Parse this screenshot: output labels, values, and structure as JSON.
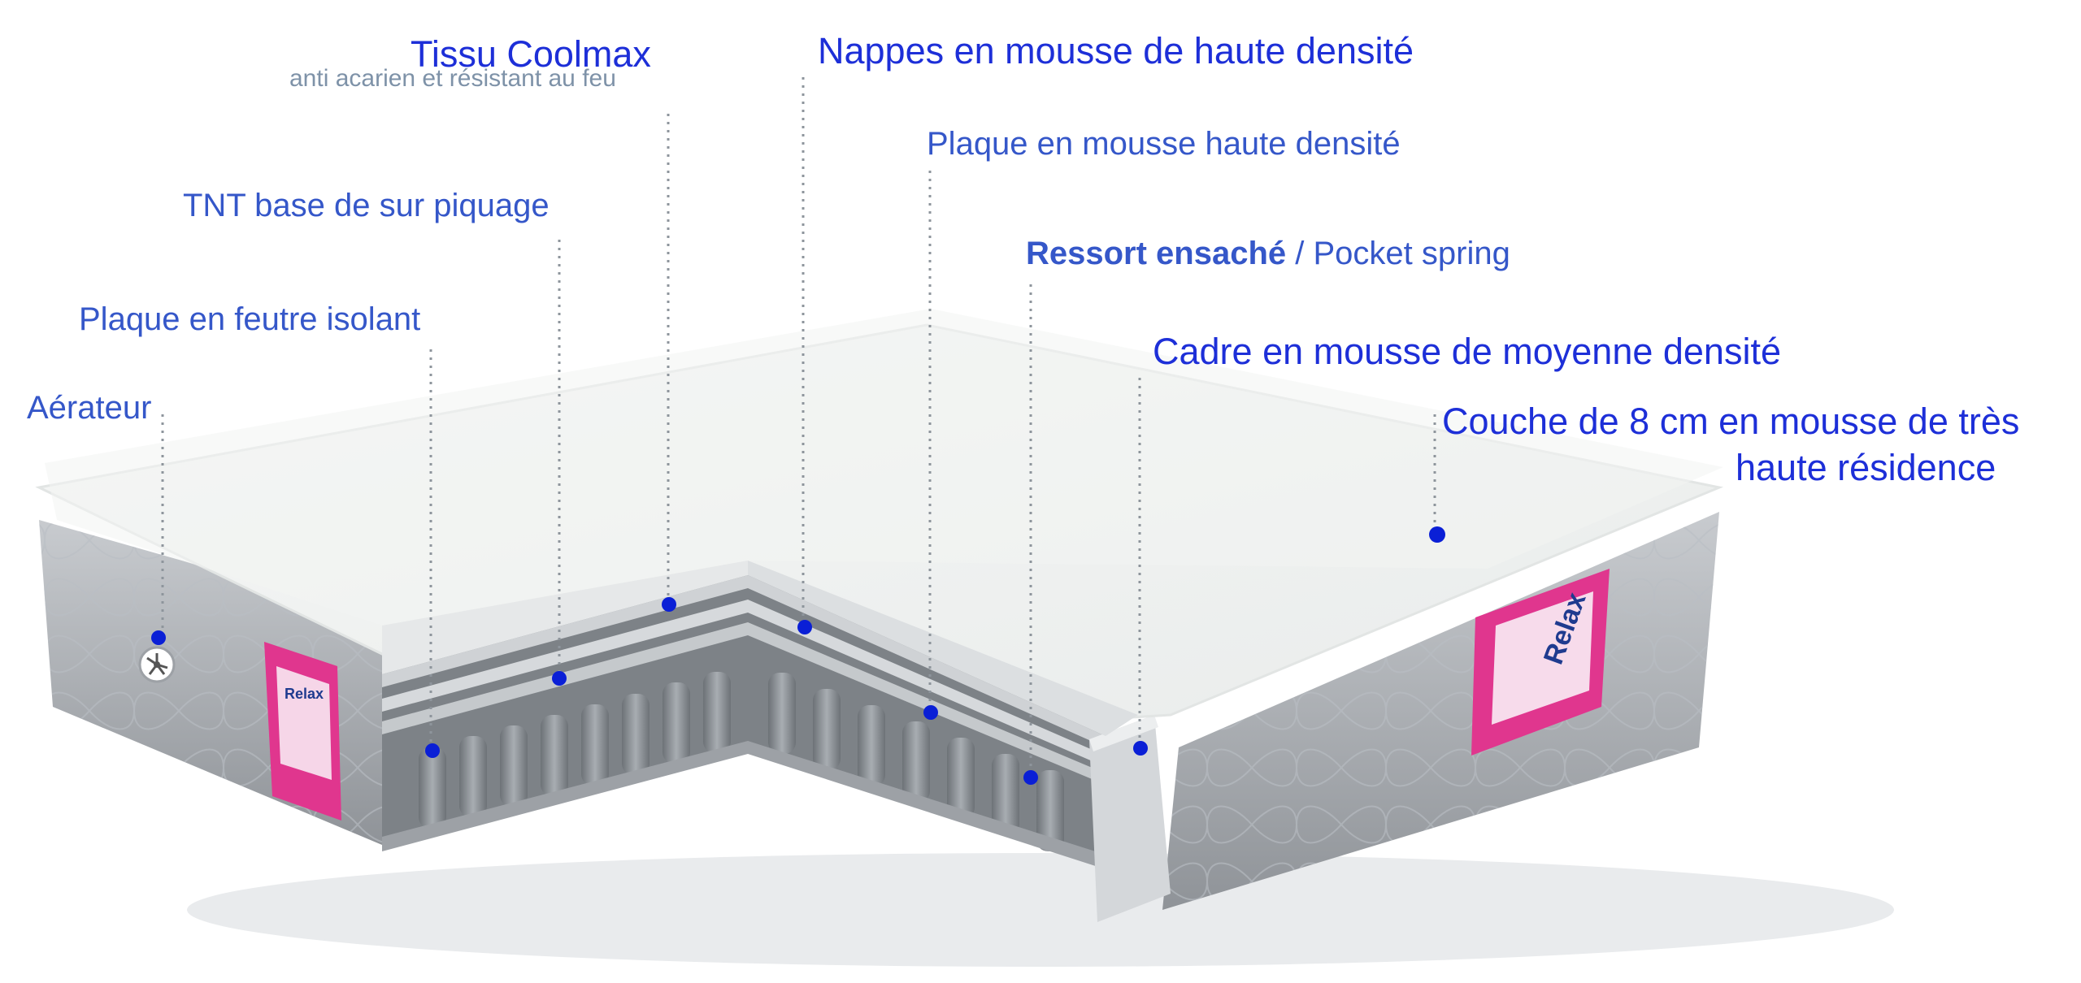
{
  "callouts": {
    "tissu": {
      "title": "Tissu Coolmax",
      "subtitle": "anti acarien et résistant au feu"
    },
    "nappes": "Nappes en mousse de haute densité",
    "plaque_hd": "Plaque en mousse haute densité",
    "tnt": "TNT base de sur piquage",
    "ressort": {
      "bold": "Ressort ensaché",
      "rest": " / Pocket spring"
    },
    "feutre": "Plaque en feutre isolant",
    "cadre": "Cadre en mousse de moyenne densité",
    "aerateur": "Aérateur",
    "couche": {
      "line1": "Couche de 8 cm en mousse de très",
      "line2": "haute résidence"
    }
  },
  "colors": {
    "label_blue": "#1d2fd8",
    "label_blue_soft": "#3557c9",
    "marker": "#0a1fd6",
    "brand_pink": "#e0368e"
  },
  "labels_brand": {
    "front": "Relax",
    "side": "Relax"
  }
}
